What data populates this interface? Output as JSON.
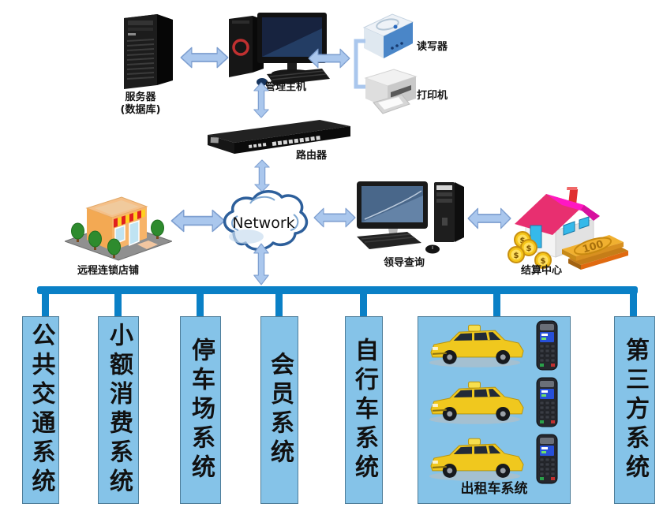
{
  "diagram": {
    "nodes": {
      "server": {
        "label_line1": "服务器",
        "label_line2": "(数据库)"
      },
      "management_host": {
        "label": "管理主机"
      },
      "card_reader": {
        "label": "读写器"
      },
      "printer": {
        "label": "打印机"
      },
      "router": {
        "label": "路由器"
      },
      "network_cloud": {
        "label": "Network"
      },
      "remote_store": {
        "label": "远程连锁店铺"
      },
      "leader_query": {
        "label": "领导查询"
      },
      "settlement_center": {
        "label": "结算中心"
      }
    },
    "subsystems": [
      {
        "label": "公共交通系统"
      },
      {
        "label": "小额消费系统"
      },
      {
        "label": "停车场系统"
      },
      {
        "label": "会员系统"
      },
      {
        "label": "自行车系统"
      },
      {
        "label": "出租车系统"
      },
      {
        "label": "第三方系统"
      }
    ],
    "money": {
      "coin_symbol": "$",
      "bill_value": "100"
    },
    "colors": {
      "bus_line": "#0a80c6",
      "subsystem_fill": "#85c3e8",
      "subsystem_border": "#4e7d99",
      "arrow_fill": "#aac7ed",
      "arrow_edge": "#7e9fd0",
      "cloud_stroke": "#2d5f9b",
      "taxi_yellow": "#f0c81e"
    }
  }
}
